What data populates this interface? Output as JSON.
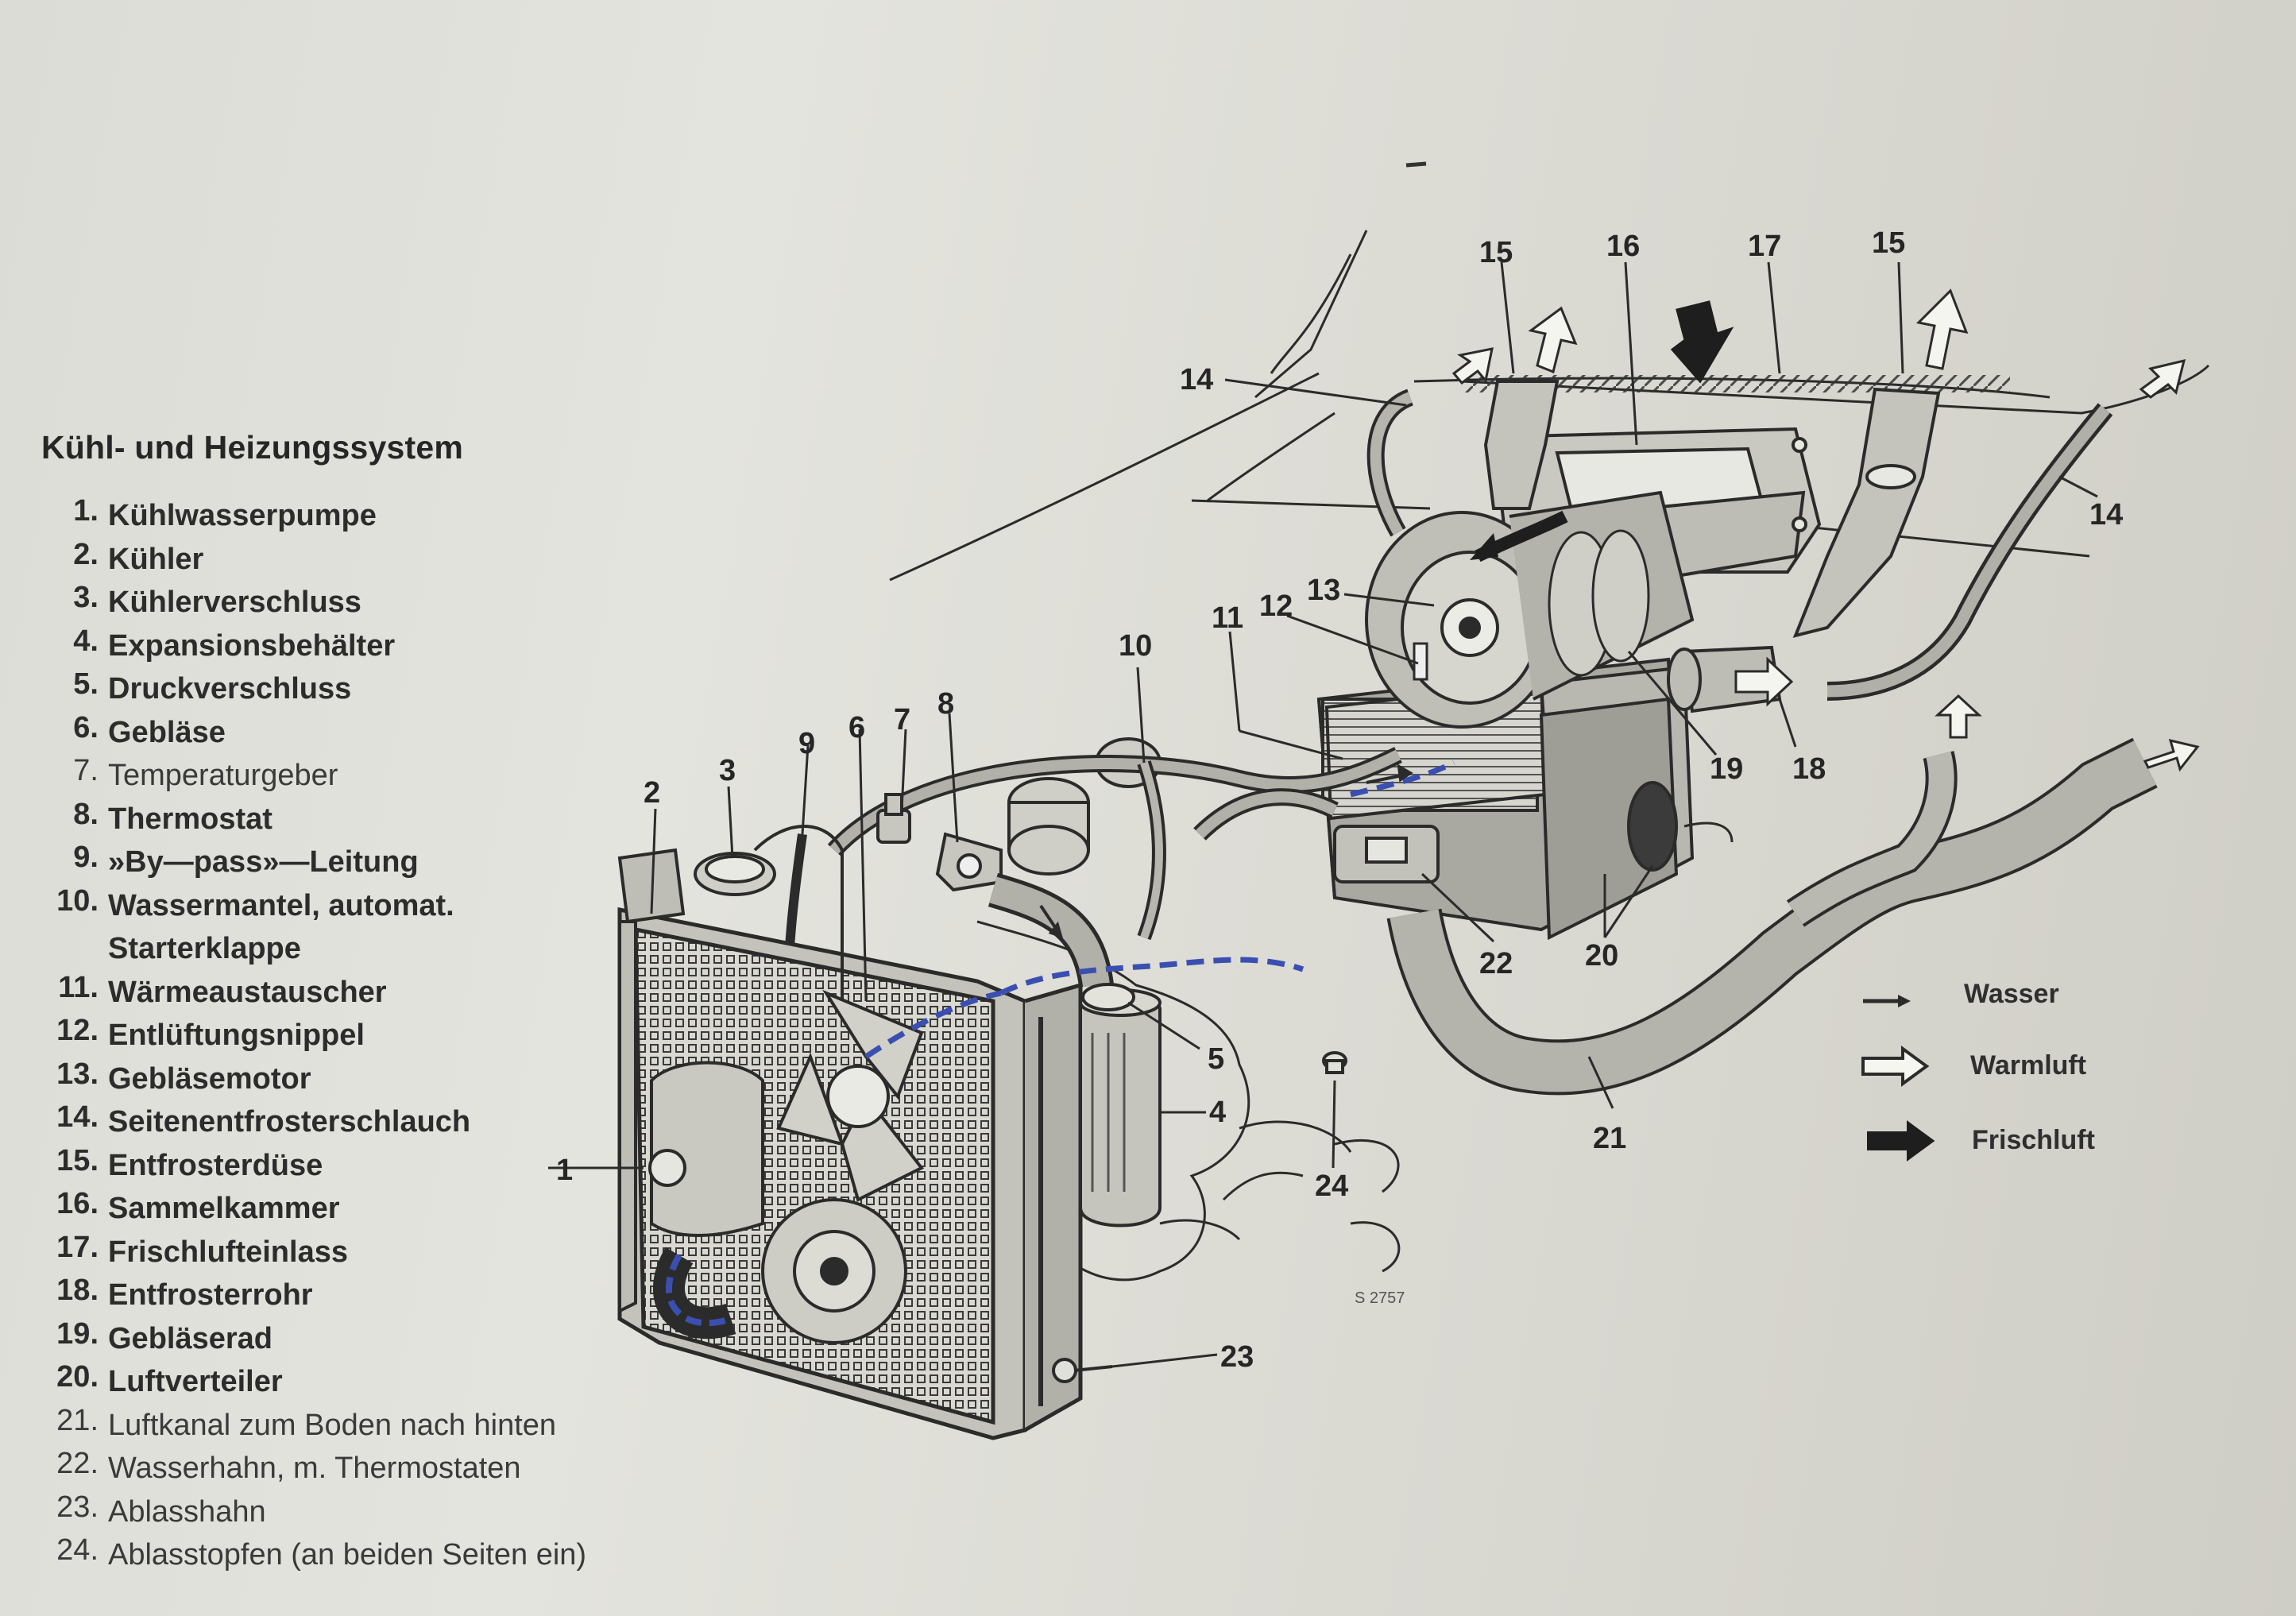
{
  "title": "Kühl- und Heizungssystem",
  "parts": [
    {
      "num": "1.",
      "label": "Kühlwasserpumpe"
    },
    {
      "num": "2.",
      "label": "Kühler"
    },
    {
      "num": "3.",
      "label": "Kühlerverschluss"
    },
    {
      "num": "4.",
      "label": "Expansionsbehälter"
    },
    {
      "num": "5.",
      "label": "Druckverschluss"
    },
    {
      "num": "6.",
      "label": "Gebläse"
    },
    {
      "num": "7.",
      "label": "Temperaturgeber"
    },
    {
      "num": "8.",
      "label": "Thermostat"
    },
    {
      "num": "9.",
      "label": "»By—pass»—Leitung"
    },
    {
      "num": "10.",
      "label": "Wassermantel, automat.\nStarterklappe"
    },
    {
      "num": "11.",
      "label": "Wärmeaustauscher"
    },
    {
      "num": "12.",
      "label": "Entlüftungsnippel"
    },
    {
      "num": "13.",
      "label": "Gebläsemotor"
    },
    {
      "num": "14.",
      "label": "Seitenentfrosterschlauch"
    },
    {
      "num": "15.",
      "label": "Entfrosterdüse"
    },
    {
      "num": "16.",
      "label": "Sammelkammer"
    },
    {
      "num": "17.",
      "label": "Frischlufteinlass"
    },
    {
      "num": "18.",
      "label": "Entfrosterrohr"
    },
    {
      "num": "19.",
      "label": "Gebläserad"
    },
    {
      "num": "20.",
      "label": "Luftverteiler"
    },
    {
      "num": "21.",
      "label": "Luftkanal zum Boden nach hinten"
    },
    {
      "num": "22.",
      "label": "Wasserhahn, m. Thermostaten"
    },
    {
      "num": "23.",
      "label": "Ablasshahn"
    },
    {
      "num": "24.",
      "label": "Ablasstopfen (an beiden Seiten ein)"
    }
  ],
  "callouts": {
    "c1": "1",
    "c2": "2",
    "c3": "3",
    "c4": "4",
    "c5": "5",
    "c6": "6",
    "c7": "7",
    "c8": "8",
    "c9": "9",
    "c10": "10",
    "c11": "11",
    "c12": "12",
    "c13": "13",
    "c14a": "14",
    "c14b": "14",
    "c15a": "15",
    "c15b": "15",
    "c16": "16",
    "c17": "17",
    "c18": "18",
    "c19": "19",
    "c20a": "20",
    "c20b": "20",
    "c21": "21",
    "c22": "22",
    "c23": "23",
    "c24": "24"
  },
  "key": {
    "water": "Wasser",
    "warm_air": "Warmluft",
    "fresh_air": "Frischluft"
  },
  "drawing_code": "S 2757",
  "colors": {
    "line": "#2b2b2b",
    "water_flow": "#3b4fb0",
    "paper": "#dfdfd9"
  }
}
